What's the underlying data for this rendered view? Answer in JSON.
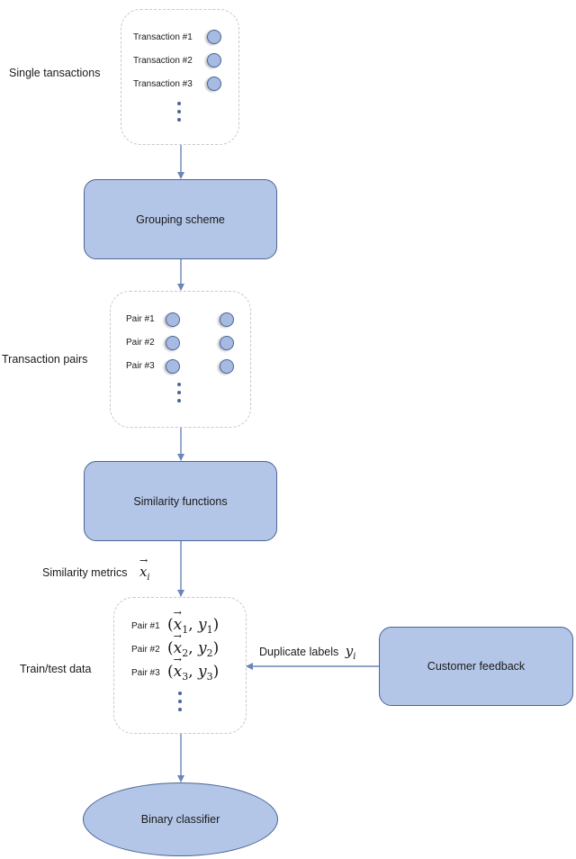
{
  "stage1": {
    "side_label": "Single tansactions",
    "rows": [
      "Transaction #1",
      "Transaction #2",
      "Transaction #3"
    ]
  },
  "grouping": {
    "label": "Grouping scheme"
  },
  "stage2": {
    "side_label": "Transaction pairs",
    "rows": [
      "Pair #1",
      "Pair #2",
      "Pair #3"
    ]
  },
  "similarity": {
    "label": "Similarity functions"
  },
  "metrics": {
    "label": "Similarity metrics",
    "symbol": "x",
    "subscript": "i"
  },
  "stage3": {
    "side_label": "Train/test data",
    "rows": [
      {
        "label": "Pair #1",
        "x": "x",
        "xs": "1",
        "y": "y",
        "ys": "1"
      },
      {
        "label": "Pair #2",
        "x": "x",
        "xs": "2",
        "y": "y",
        "ys": "2"
      },
      {
        "label": "Pair #3",
        "x": "x",
        "xs": "3",
        "y": "y",
        "ys": "3"
      }
    ]
  },
  "duplicate": {
    "label": "Duplicate labels",
    "symbol": "y",
    "subscript": "i"
  },
  "feedback": {
    "label": "Customer feedback"
  },
  "classifier": {
    "label": "Binary classifier"
  },
  "colors": {
    "fill": "#b4c6e7",
    "stroke": "#4d6496",
    "dash": "#c9c9c9"
  }
}
